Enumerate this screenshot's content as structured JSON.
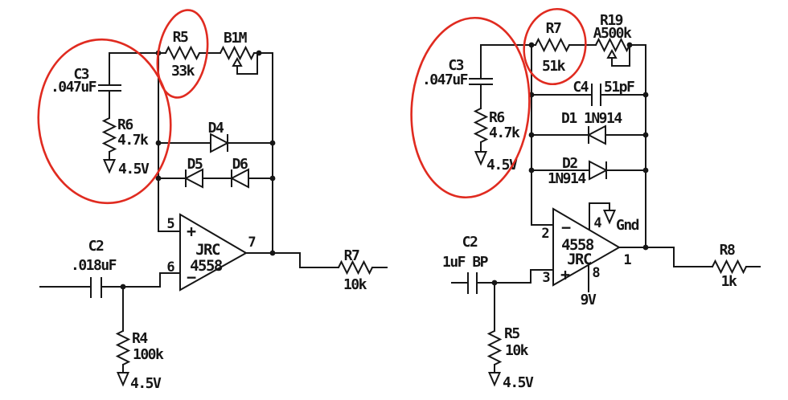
{
  "annotation_color": "#e02b20",
  "left": {
    "r5_ref": "R5",
    "r5_val": "33k",
    "pot": "B1M",
    "c3_ref": "C3",
    "c3_val": ".047uF",
    "r6_ref": "R6",
    "r6_val": "4.7k",
    "r6_rail": "4.5V",
    "d4": "D4",
    "d5": "D5",
    "d6": "D6",
    "pin_plus": "5",
    "pin_minus": "6",
    "pin_out": "7",
    "plus": "+",
    "minus": "−",
    "ic1": "JRC",
    "ic2": "4558",
    "c2_ref": "C2",
    "c2_val": ".018uF",
    "r4_ref": "R4",
    "r4_val": "100k",
    "r4_rail": "4.5V",
    "rout_ref": "R7",
    "rout_val": "10k"
  },
  "right": {
    "r7_ref": "R7",
    "r7_val": "51k",
    "pot_ref": "R19",
    "pot_val": "A500k",
    "c3_ref": "C3",
    "c3_val": ".047uF",
    "r6_ref": "R6",
    "r6_val": "4.7k",
    "r6_rail": "4.5V",
    "c4_ref": "C4",
    "c4_val": "51pF",
    "d1": "D1 1N914",
    "d2_ref": "D2",
    "d2_val": "1N914",
    "pin_minus": "2",
    "pin_plus": "3",
    "pin_out": "1",
    "pin_gnd": "4",
    "pin_vcc": "8",
    "gnd": "Gnd",
    "vcc": "9V",
    "plus": "+",
    "minus": "−",
    "ic1": "4558",
    "ic2": "JRC",
    "c2_ref": "C2",
    "c2_val": "1uF BP",
    "r5_ref": "R5",
    "r5_val": "10k",
    "r5_rail": "4.5V",
    "rout_ref": "R8",
    "rout_val": "1k"
  }
}
